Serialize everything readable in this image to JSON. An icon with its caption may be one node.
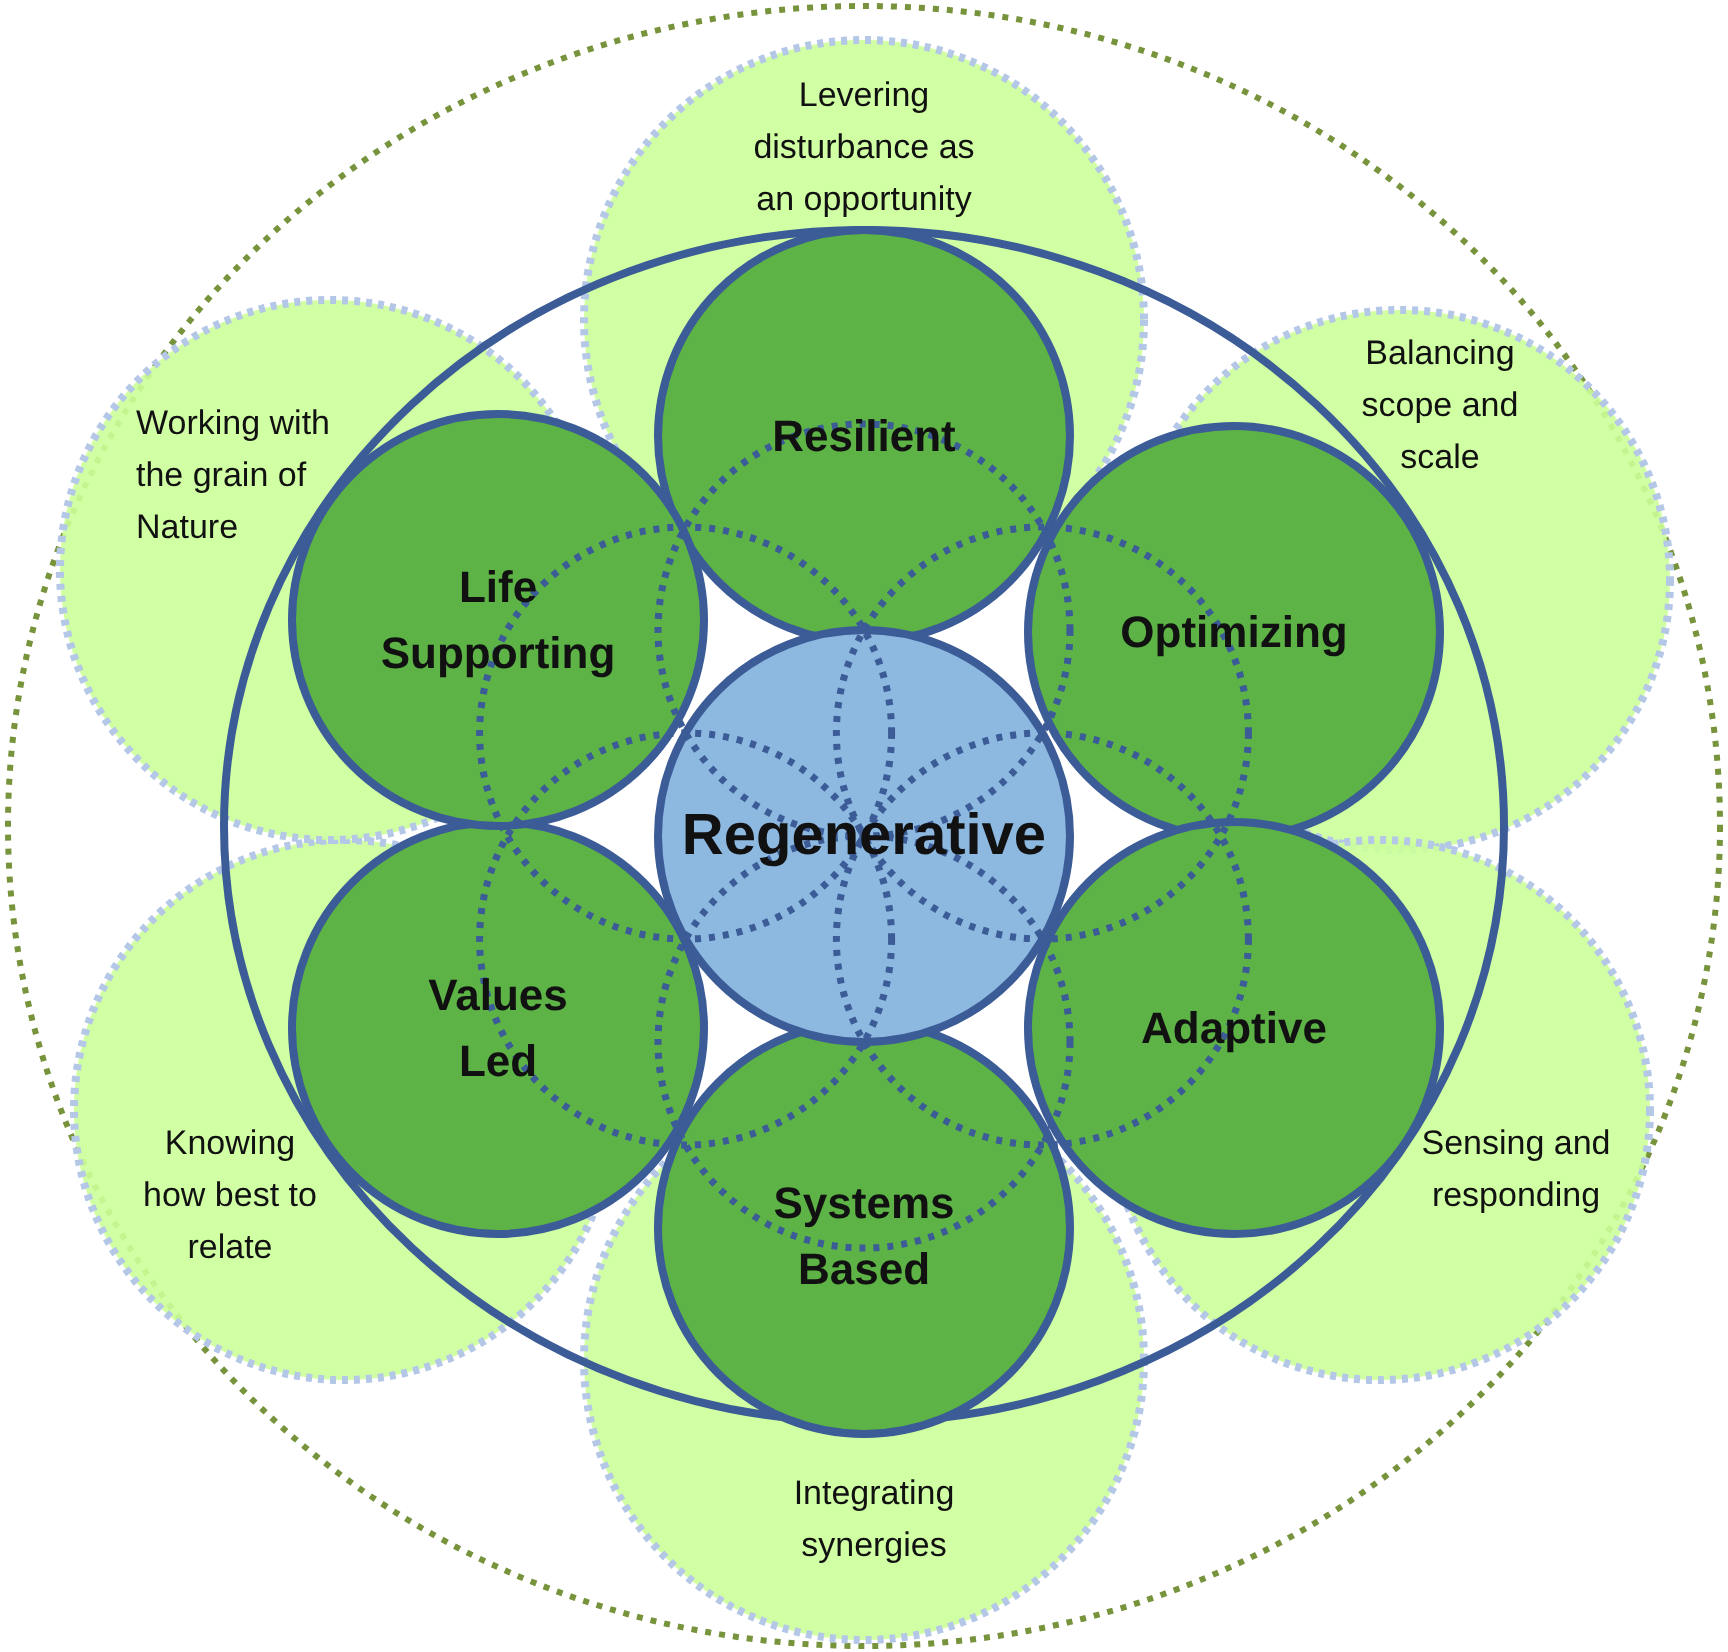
{
  "diagram": {
    "nodes": [
      {
        "text": [],
        "shape": "circle"
      },
      {
        "text": [
          "Levering disturbance as an opportunity"
        ],
        "in": 0
      },
      {
        "text": [
          "Balancing scope  and scale"
        ],
        "in": 0
      },
      {
        "text": [
          "Sensing and responding"
        ],
        "in": 0
      },
      {
        "text": [
          "Integrating synergies"
        ],
        "in": 0
      },
      {
        "text": [
          "Knowing how best to relate"
        ],
        "in": 0
      },
      {
        "text": [
          "Working with the grain of Nature"
        ],
        "in": 0
      },
      {
        "text": [],
        "shape": "circle",
        "in": 0
      },
      {
        "text": [
          "Resilient"
        ],
        "in": 7
      },
      {
        "text": [
          "Optimizing"
        ],
        "in": 7
      },
      {
        "text": [
          "Adaptive"
        ],
        "in": 7
      },
      {
        "text": [
          "Systems Based"
        ],
        "in": 7
      },
      {
        "text": [
          "Values Led"
        ],
        "in": 7
      },
      {
        "text": [
          "Life Supporting"
        ],
        "in": 7
      },
      {
        "text": [
          "Regenerative"
        ],
        "in": 7
      }
    ]
  }
}
